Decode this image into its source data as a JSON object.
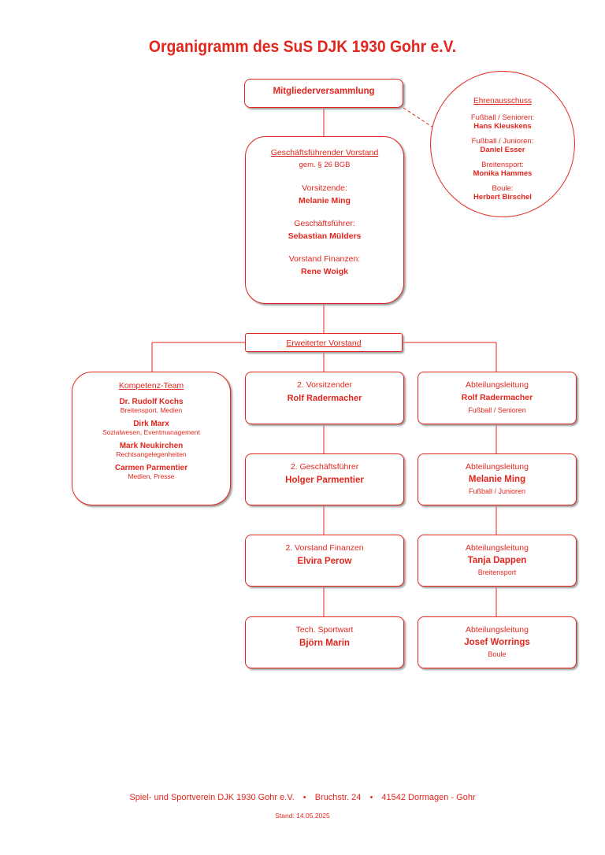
{
  "title": "Organigramm des SuS DJK 1930 Gohr e.V.",
  "mitglieder": "Mitgliederversammlung",
  "ehren": {
    "heading": "Ehrenausschuss",
    "items": [
      {
        "label": "Fußball / Senioren:",
        "name": "Hans Kleuskens"
      },
      {
        "label": "Fußball / Junioren:",
        "name": "Daniel Esser"
      },
      {
        "label": "Breitensport:",
        "name": "Monika Hammes"
      },
      {
        "label": "Boule:",
        "name": "Herbert Birschel"
      }
    ]
  },
  "vorstand": {
    "heading": "Geschäftsführender Vorstand",
    "subheading": "gem. § 26 BGB",
    "roles": [
      {
        "label": "Vorsitzende:",
        "name": "Melanie Ming"
      },
      {
        "label": "Geschäftsführer:",
        "name": "Sebastian Mülders"
      },
      {
        "label": "Vorstand Finanzen:",
        "name": "Rene Woigk"
      }
    ]
  },
  "erweitert": "Erweiterter Vorstand",
  "kompetenz": {
    "heading": "Kompetenz-Team",
    "members": [
      {
        "name": "Dr. Rudolf Kochs",
        "area": "Breitensport, Medien"
      },
      {
        "name": "Dirk Marx",
        "area": "Sozialwesen, Eventmanagement"
      },
      {
        "name": "Mark Neukirchen",
        "area": "Rechtsangelegenheiten"
      },
      {
        "name": "Carmen Parmentier",
        "area": "Medien, Presse"
      }
    ]
  },
  "middle": [
    {
      "label": "2. Vorsitzender",
      "name": "Rolf Radermacher"
    },
    {
      "label": "2. Geschäftsführer",
      "name": "Holger Parmentier"
    },
    {
      "label": "2. Vorstand Finanzen",
      "name": "Elvira Perow"
    },
    {
      "label": "Tech. Sportwart",
      "name": "Björn Marin"
    }
  ],
  "right": [
    {
      "label": "Abteilungsleitung",
      "name": "Rolf Radermacher",
      "area": "Fußball / Senioren"
    },
    {
      "label": "Abteilungsleitung",
      "name": "Melanie Ming",
      "area": "Fußball / Junioren"
    },
    {
      "label": "Abteilungsleitung",
      "name": "Tanja Dappen",
      "area": "Breitensport"
    },
    {
      "label": "Abteilungsleitung",
      "name": "Josef Worrings",
      "area": "Boule"
    }
  ],
  "footer": {
    "org": "Spiel- und Sportverein DJK 1930 Gohr e.V.",
    "sep": "•",
    "street": "Bruchstr. 24",
    "city": "41542 Dormagen - Gohr",
    "stand": "Stand: 14.05.2025"
  },
  "colors": {
    "accent": "#e3261d"
  }
}
